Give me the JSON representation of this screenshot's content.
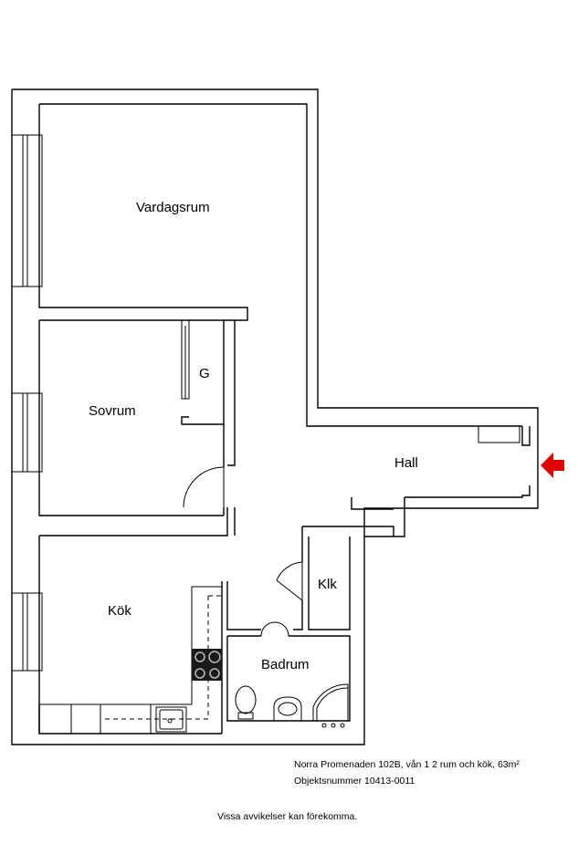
{
  "rooms": {
    "vardagsrum": "Vardagsrum",
    "sovrum": "Sovrum",
    "garderob": "G",
    "hall": "Hall",
    "kok": "Kök",
    "klk": "Klk",
    "badrum": "Badrum"
  },
  "info": {
    "address": "Norra Promenaden 102B, vån 1 2 rum och kök, 63m²",
    "object_number": "Objektsnummer 10413-0011",
    "disclaimer": "Vissa avvikelser kan förekomma."
  },
  "colors": {
    "wall": "#000000",
    "entrance_arrow": "#e00000",
    "stove": "#1a1a1a"
  },
  "icons": {
    "entrance": "entrance-arrow-icon"
  }
}
